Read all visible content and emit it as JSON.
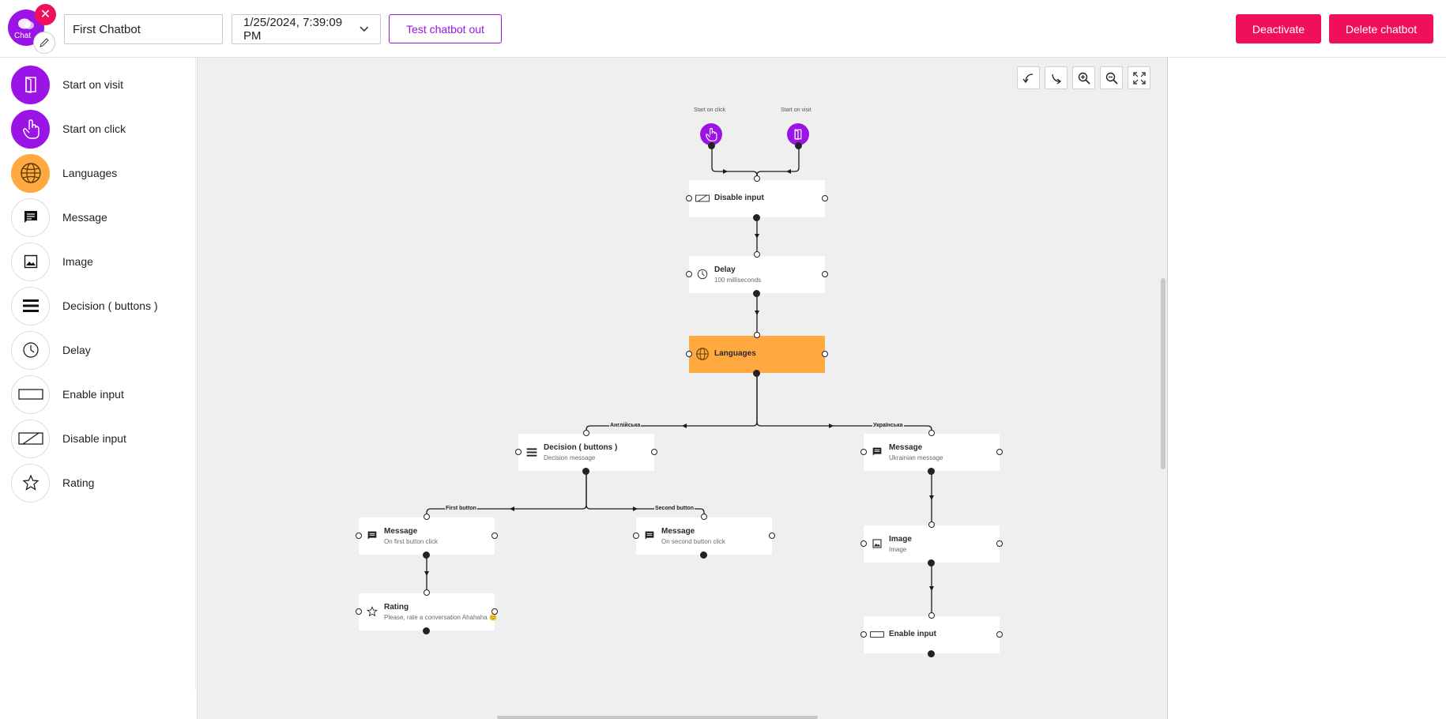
{
  "header": {
    "logo_text": "Chat",
    "close_label": "✕",
    "chatbot_name": "First Chatbot",
    "date_value": "1/25/2024, 7:39:09 PM",
    "test_label": "Test chatbot out",
    "deactivate_label": "Deactivate",
    "delete_label": "Delete chatbot"
  },
  "sidebar": {
    "items": [
      {
        "label": "Start on visit",
        "icon": "door-icon"
      },
      {
        "label": "Start on click",
        "icon": "hand-pointer-icon"
      },
      {
        "label": "Languages",
        "icon": "globe-icon"
      },
      {
        "label": "Message",
        "icon": "message-icon"
      },
      {
        "label": "Image",
        "icon": "image-icon"
      },
      {
        "label": "Decision ( buttons )",
        "icon": "list-icon"
      },
      {
        "label": "Delay",
        "icon": "clock-icon"
      },
      {
        "label": "Enable input",
        "icon": "input-box-icon"
      },
      {
        "label": "Disable input",
        "icon": "input-disabled-icon"
      },
      {
        "label": "Rating",
        "icon": "star-icon"
      }
    ]
  },
  "canvas": {
    "start_nodes": {
      "click_label": "Start on click",
      "visit_label": "Start on visit"
    },
    "nodes": {
      "disable_input": {
        "title": "Disable input"
      },
      "delay": {
        "title": "Delay",
        "subtitle": "100 milliseconds"
      },
      "languages": {
        "title": "Languages"
      },
      "decision": {
        "title": "Decision ( buttons )",
        "subtitle": "Decision message"
      },
      "message_ukr": {
        "title": "Message",
        "subtitle": "Ukrainian message"
      },
      "message_first": {
        "title": "Message",
        "subtitle": "On first button click"
      },
      "message_second": {
        "title": "Message",
        "subtitle": "On second button click"
      },
      "image": {
        "title": "Image",
        "subtitle": "Image"
      },
      "rating": {
        "title": "Rating",
        "subtitle": "Please, rate a conversation Ahahaha 😊"
      },
      "enable_input": {
        "title": "Enable input"
      }
    },
    "edge_labels": {
      "english": "Англійська",
      "ukrainian": "Українська",
      "first_button": "First button",
      "second_button": "Second button"
    }
  },
  "colors": {
    "brand_purple": "#9b14e6",
    "accent_pink": "#f00f5c",
    "languages_orange": "#ffa940"
  }
}
